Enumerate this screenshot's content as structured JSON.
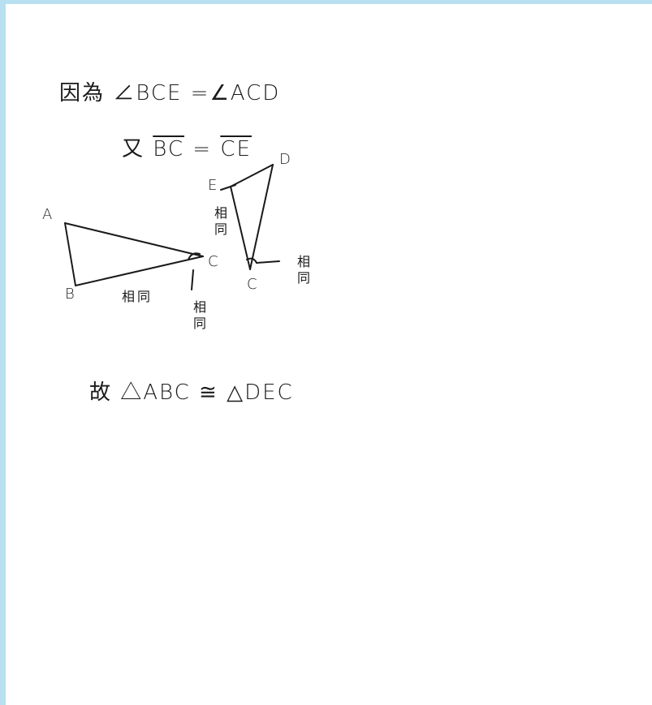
{
  "text": {
    "line1": "因為 ∠BCE =∠ACD",
    "line2_prefix": "又 ",
    "line2_seg1": "BC",
    "line2_eq": " = ",
    "line2_seg2": "CE",
    "conclusion": "故 △ABC ≅ △DEC"
  },
  "diagram": {
    "triangle1": {
      "a": "A",
      "b": "B",
      "c": "C"
    },
    "triangle2": {
      "e": "E",
      "d": "D",
      "c": "C"
    },
    "marks": {
      "bc_side": "相同",
      "angle_c1": "相同",
      "ce_side": "相同",
      "angle_c2": "相同"
    }
  }
}
